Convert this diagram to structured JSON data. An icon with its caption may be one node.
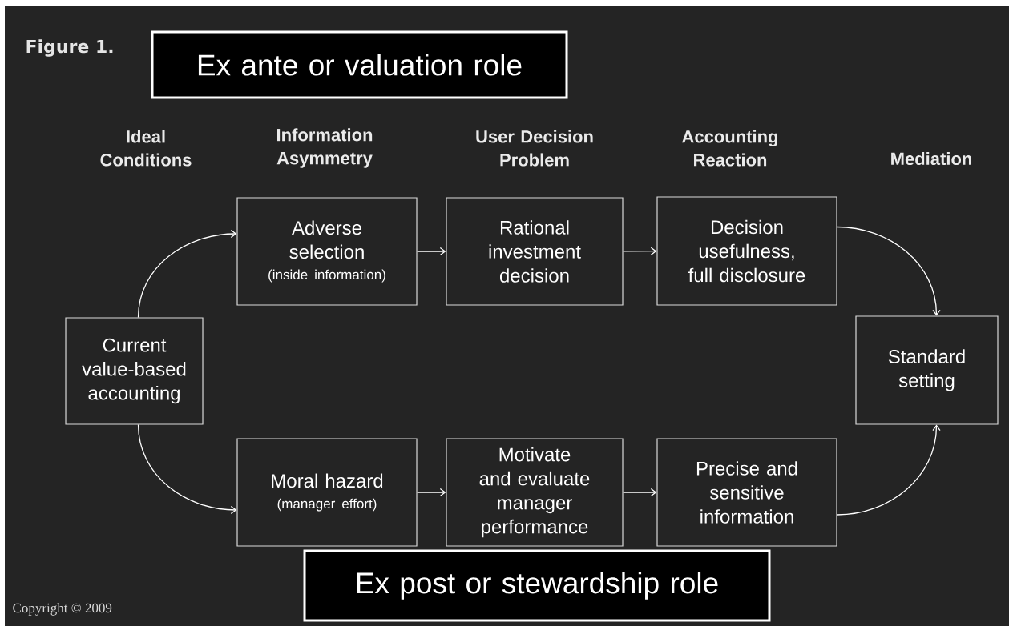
{
  "diagram": {
    "nodes": [
      {
        "text": [
          "Ex ante or valuation role"
        ]
      },
      {
        "text": [
          "Current value-based accounting"
        ]
      },
      {
        "text": [
          "Adverse selection",
          "(inside information)"
        ]
      },
      {
        "text": [
          "Rational investment decision"
        ]
      },
      {
        "text": [
          "Decision usefulness, full disclosure"
        ]
      },
      {
        "text": [
          "Standard setting"
        ]
      },
      {
        "text": [
          "Moral hazard",
          "(manager effort)"
        ]
      },
      {
        "text": [
          "Motivate and evaluate manager performance"
        ]
      },
      {
        "text": [
          "Precise and sensitive information"
        ]
      },
      {
        "text": [
          "Ex post or stewardship role"
        ]
      }
    ],
    "edges": [
      {
        "from": 1,
        "to": 2,
        "arrow": "to"
      },
      {
        "from": 2,
        "to": 3,
        "arrow": "to"
      },
      {
        "from": 3,
        "to": 4,
        "arrow": "to"
      },
      {
        "from": 4,
        "to": 5,
        "arrow": "to"
      },
      {
        "from": 1,
        "to": 6,
        "arrow": "to"
      },
      {
        "from": 6,
        "to": 7,
        "arrow": "to"
      },
      {
        "from": 7,
        "to": 8,
        "arrow": "to"
      },
      {
        "from": 8,
        "to": 5,
        "arrow": "to"
      }
    ],
    "labels": [
      "Figure 1.",
      "Ideal Conditions",
      "Information Asymmetry",
      "User Decision Problem",
      "Accounting Reaction",
      "Mediation",
      "Copyright © 2009"
    ]
  }
}
